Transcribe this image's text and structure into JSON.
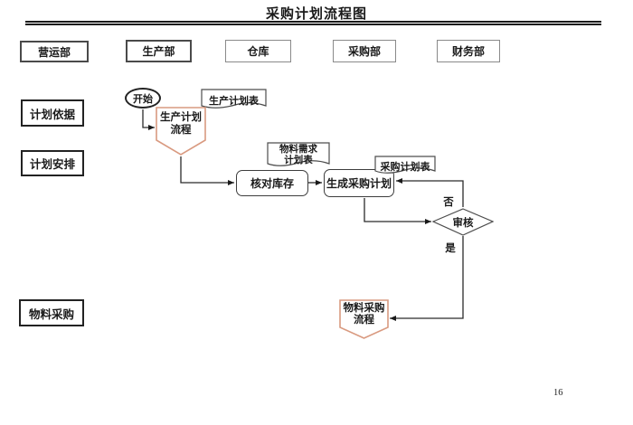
{
  "page": {
    "title": "采购计划流程图",
    "page_number": "16"
  },
  "colors": {
    "line": "#2b2b2b",
    "subprocess_border": "#d99a80",
    "lane_border_dark": "#4a4a4a",
    "lane_border_light": "#8a8a8a"
  },
  "departments": [
    "营运部",
    "生产部",
    "仓库",
    "采购部",
    "财务部"
  ],
  "rows": {
    "r1": "计划依据",
    "r2": "计划安排",
    "r3": "物料采购"
  },
  "nodes": {
    "start": {
      "label": "开始",
      "type": "terminator"
    },
    "prod_plan_doc": {
      "label": "生产计划表",
      "type": "document"
    },
    "prod_plan_proc": {
      "line1": "生产计划",
      "line2": "流程",
      "type": "subprocess"
    },
    "material_req_doc": {
      "line1": "物料需求",
      "line2": "计划表",
      "type": "document"
    },
    "check_stock": {
      "label": "核对库存",
      "type": "process"
    },
    "purchase_plan_doc": {
      "label": "采购计划表",
      "type": "document"
    },
    "gen_purchase_plan": {
      "label": "生成采购计划",
      "type": "process"
    },
    "review": {
      "label": "审核",
      "type": "decision"
    },
    "material_purchase_proc": {
      "line1": "物料采购",
      "line2": "流程",
      "type": "subprocess"
    }
  },
  "edges": {
    "no_label": "否",
    "yes_label": "是"
  }
}
